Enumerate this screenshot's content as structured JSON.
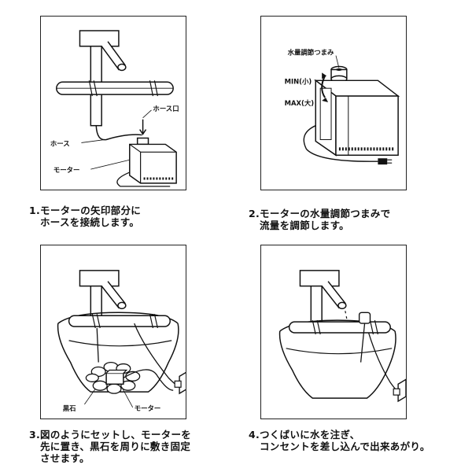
{
  "steps": [
    {
      "number": "1.",
      "lines": [
        "モーターの矢印部分に",
        "ホースを接続します。"
      ],
      "labels": {
        "hose_port": "ホース口",
        "hose": "ホース",
        "motor": "モーター"
      }
    },
    {
      "number": "2.",
      "lines": [
        "モーターの水量調節つまみで",
        "流量を調節します。"
      ],
      "labels": {
        "knob": "水量調節つまみ",
        "min": "MIN(小)",
        "max": "MAX(大)"
      }
    },
    {
      "number": "3.",
      "lines": [
        "図のようにセットし、モーターを",
        "先に置き、黒石を周りに敷き固定",
        "させます。"
      ],
      "labels": {
        "black_stone": "黒石",
        "motor": "モーター"
      }
    },
    {
      "number": "4.",
      "lines": [
        "つくばいに水を注ぎ、",
        "コンセントを差し込んで出来あがり。"
      ],
      "labels": {}
    }
  ]
}
